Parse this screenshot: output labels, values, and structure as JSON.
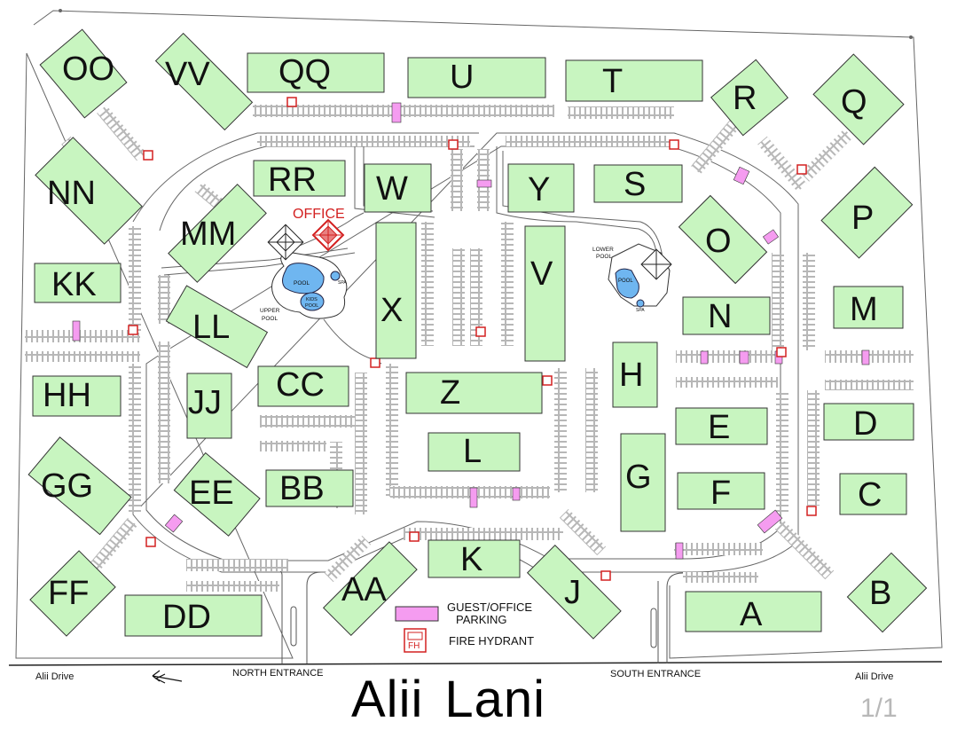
{
  "map": {
    "title_word1": "Alii",
    "title_word2": "Lani",
    "page_indicator": "1/1",
    "streets": {
      "left": "Alii Drive",
      "right": "Alii Drive",
      "north_entrance": "NORTH ENTRANCE",
      "south_entrance": "SOUTH ENTRANCE",
      "direction_arrow": "north-arrow-icon"
    },
    "amenities": {
      "office": "OFFICE",
      "upper_pool": "UPPER POOL",
      "upper_pool_line1": "UPPER",
      "upper_pool_line2": "POOL",
      "lower_pool_line1": "LOWER",
      "lower_pool_line2": "POOL",
      "pool": "POOL",
      "kids_pool_line1": "KIDS",
      "kids_pool_line2": "POOL",
      "spa": "SPA"
    },
    "legend": {
      "guest_parking_line1": "GUEST/OFFICE",
      "guest_parking_line2": "PARKING",
      "fire_hydrant": "FIRE HYDRANT",
      "fire_hydrant_icon_text": "FH"
    },
    "colors": {
      "building_fill": "#c8f5c0",
      "building_stroke": "#333333",
      "guest_parking": "#f59cf0",
      "fire_hydrant": "#d32020",
      "office_red": "#d32020",
      "lot_gray": "#8a8a8a"
    },
    "buildings": {
      "OO": "OO",
      "VV": "VV",
      "QQ": "QQ",
      "U": "U",
      "T": "T",
      "R": "R",
      "Q": "Q",
      "NN": "NN",
      "RR": "RR",
      "W": "W",
      "Y": "Y",
      "S": "S",
      "P": "P",
      "MM": "MM",
      "O": "O",
      "KK": "KK",
      "X": "X",
      "V": "V",
      "N": "N",
      "M": "M",
      "LL": "LL",
      "CC": "CC",
      "Z": "Z",
      "H": "H",
      "HH": "HH",
      "JJ": "JJ",
      "E": "E",
      "D": "D",
      "L": "L",
      "G": "G",
      "GG": "GG",
      "EE": "EE",
      "BB": "BB",
      "F": "F",
      "C": "C",
      "K": "K",
      "AA": "AA",
      "J": "J",
      "B": "B",
      "FF": "FF",
      "DD": "DD",
      "A": "A"
    }
  }
}
